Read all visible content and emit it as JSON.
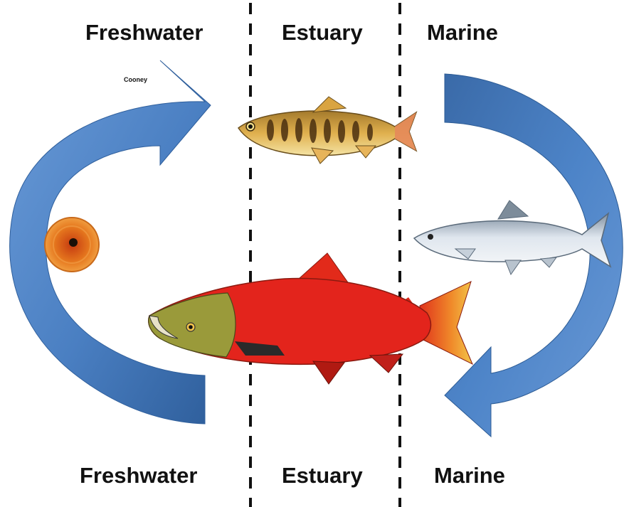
{
  "labels": {
    "top_left": "Freshwater",
    "top_middle": "Estuary",
    "top_right": "Marine",
    "bottom_left": "Freshwater",
    "bottom_middle": "Estuary",
    "bottom_right": "Marine"
  },
  "credit": "Cooney",
  "colors": {
    "arrow_light": "#5b8fd0",
    "arrow_dark": "#2c5b94",
    "divider": "#111111",
    "spawner_red": "#e3241c",
    "spawner_head": "#9a9a3a",
    "smolt_silver": "#c9d3dc",
    "fry_gold": "#d9a441",
    "egg_orange": "#e0721c"
  },
  "icons": [
    "egg-icon",
    "fry-fish-icon",
    "ocean-salmon-icon",
    "spawning-salmon-icon"
  ]
}
